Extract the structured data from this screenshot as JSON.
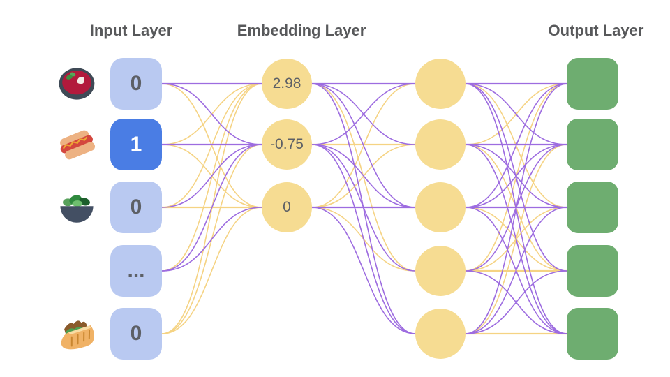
{
  "headers": {
    "input": "Input Layer",
    "embedding": "Embedding Layer",
    "output": "Output Layer"
  },
  "colors": {
    "heading_text": "#58595b",
    "value_text": "#5d6066",
    "active_value_text": "#ffffff",
    "input_box": "#b9c9f1",
    "input_box_active": "#4a7de4",
    "node_yellow": "#f6dc92",
    "output_green": "#6ead70",
    "edge_purple": "#9d6ce0",
    "edge_yellow": "#f5d383"
  },
  "input_layer": {
    "items": [
      {
        "icon": "soup-bowl",
        "value": "0",
        "active": false
      },
      {
        "icon": "hot-dog",
        "value": "1",
        "active": true
      },
      {
        "icon": "salad",
        "value": "0",
        "active": false
      },
      {
        "icon": "none",
        "value": "...",
        "active": false
      },
      {
        "icon": "pita",
        "value": "0",
        "active": false
      }
    ]
  },
  "embedding_layer": {
    "values": [
      "2.98",
      "-0.75",
      "0"
    ]
  },
  "hidden_layer": {
    "count": 5
  },
  "output_layer": {
    "count": 5
  },
  "edges": {
    "input_to_embedding": [
      [
        "p",
        "p",
        "y"
      ],
      [
        "y",
        "p",
        "y"
      ],
      [
        "y",
        "p",
        "y"
      ],
      [
        "y",
        "p",
        "p"
      ],
      [
        "y",
        "y",
        "y"
      ]
    ],
    "embedding_to_hidden": [
      [
        "p",
        "p",
        "p",
        "y",
        "p"
      ],
      [
        "p",
        "y",
        "p",
        "p",
        "p"
      ],
      [
        "y",
        "y",
        "p",
        "y",
        "p"
      ]
    ],
    "hidden_to_output": [
      [
        "p",
        "p",
        "y",
        "p",
        "p"
      ],
      [
        "y",
        "p",
        "p",
        "y",
        "p"
      ],
      [
        "p",
        "p",
        "p",
        "y",
        "p"
      ],
      [
        "y",
        "p",
        "y",
        "y",
        "p"
      ],
      [
        "p",
        "y",
        "p",
        "p",
        "y"
      ]
    ]
  }
}
